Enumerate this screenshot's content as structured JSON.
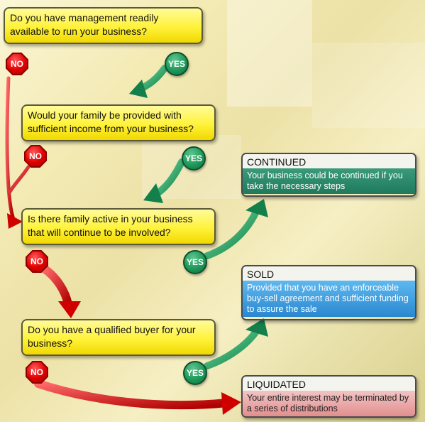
{
  "questions": [
    "Do you have management readily available to run your business?",
    "Would your family be provided with sufficient income from your business?",
    "Is there family active in your business that will continue to be involved?",
    "Do you have a qualified buyer for your business?"
  ],
  "outcomes": [
    {
      "title": "CONTINUED",
      "text": "Your business could be continued if you take the necessary steps"
    },
    {
      "title": "SOLD",
      "text": "Provided that you have an enforceable buy-sell agreement and sufficient funding to assure the sale"
    },
    {
      "title": "LIQUIDATED",
      "text": "Your entire interest may be terminated by a series of distributions"
    }
  ],
  "labels": {
    "yes": "YES",
    "no": "NO"
  },
  "colors": {
    "question": "#fff23a",
    "continued": "#1f7a5c",
    "sold": "#2a88cf",
    "liquidated": "#e28f8f",
    "no_arrow": "#e00000",
    "yes_arrow": "#1e9a5a"
  }
}
